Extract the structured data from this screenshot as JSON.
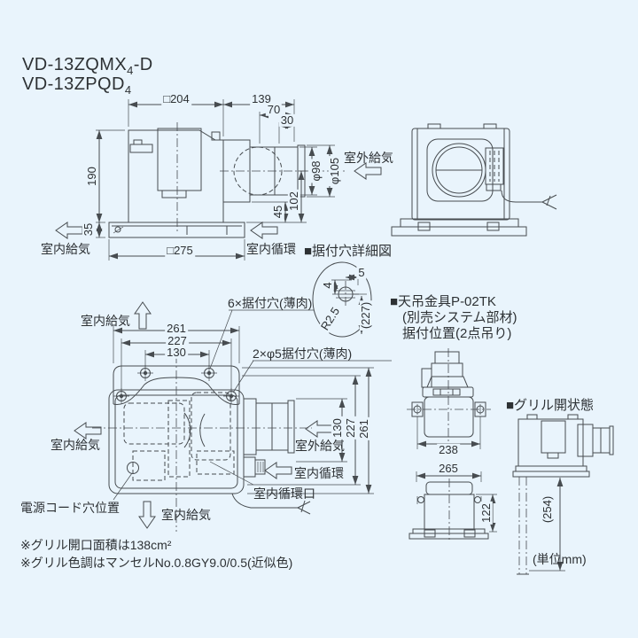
{
  "colors": {
    "background": "#e9f4fc",
    "line": "#474c50",
    "text": "#2d3134"
  },
  "header": {
    "model1_base": "VD-13ZQMX",
    "model1_sub": "4",
    "model1_tail": "-D",
    "model2_base": "VD-13ZPQD",
    "model2_sub": "4",
    "model2_tail": ""
  },
  "labels": {
    "indoor_supply": "室内給気",
    "outdoor_supply": "室外給気",
    "indoor_circulation": "室内循環",
    "indoor_circulation_port": "室内循環口",
    "power_cord_hole": "電源コード穴位置"
  },
  "side_view": {
    "dim_width_top": "□204",
    "dim_duct_length": "139",
    "dim_70": "70",
    "dim_30": "30",
    "dim_height": "190",
    "dim_35": "35",
    "dim_45": "45",
    "dim_102": "102",
    "dim_pipe_inner": "φ98",
    "dim_pipe_outer": "φ105",
    "dim_panel_width": "□275"
  },
  "hole_detail": {
    "title": "■据付穴詳細図",
    "callout_slot_holes": "6×据付穴(薄肉)",
    "callout_round_holes": "2×φ5据付穴(薄肉)",
    "dim_4": "4",
    "dim_5": "5",
    "dim_radius": "R2.5",
    "dim_227_ref": "(227)"
  },
  "plan_view": {
    "dim_width_261": "261",
    "dim_width_227": "227",
    "dim_width_130": "130",
    "dim_height_130": "130",
    "dim_height_227": "227",
    "dim_height_261": "261"
  },
  "bracket": {
    "title_line1": "■天吊金具P-02TK",
    "title_line2": "(別売システム部材)",
    "title_line3": "据付位置(2点吊り)",
    "dim_238": "238",
    "dim_265": "265",
    "dim_122": "122"
  },
  "grille_open": {
    "title": "■グリル開状態",
    "dim_254": "(254)"
  },
  "footnotes": {
    "note_area": "※グリル開口面積は138cm²",
    "note_color": "※グリル色調はマンセルNo.0.8GY9.0/0.5(近似色)",
    "unit": "(単位mm)"
  }
}
